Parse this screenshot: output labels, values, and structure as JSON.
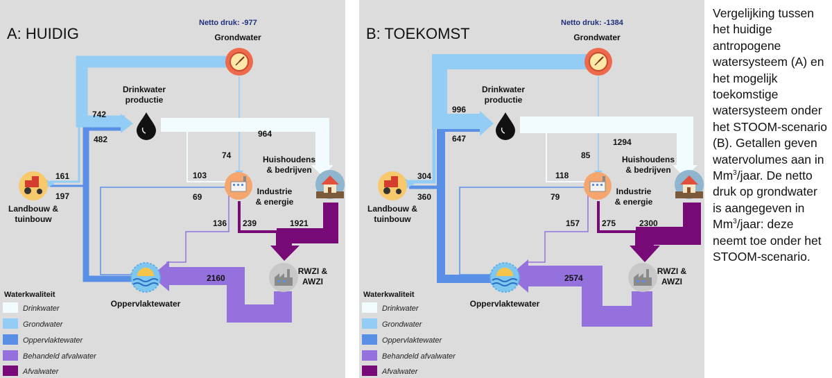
{
  "panels": [
    {
      "id": "a",
      "title": "A: HUIDIG",
      "netto_druk": "Netto druk: -977",
      "flows": {
        "grondwater_to_drinkwater": "742",
        "oppervlakte_to_drinkwater": "482",
        "drinkwater_to_huishoudens": "964",
        "grondwater_to_industrie": "74",
        "drinkwater_to_industrie": "103",
        "oppervlakte_to_industrie": "69",
        "to_landbouw_grondwater": "161",
        "to_landbouw_oppervlakte": "197",
        "industrie_to_oppervlakte": "136",
        "industrie_to_rwzi": "239",
        "huishoudens_to_rwzi": "1921",
        "rwzi_to_oppervlakte": "2160"
      }
    },
    {
      "id": "b",
      "title": "B: TOEKOMST",
      "netto_druk": "Netto druk: -1384",
      "flows": {
        "grondwater_to_drinkwater": "996",
        "oppervlakte_to_drinkwater": "647",
        "drinkwater_to_huishoudens": "1294",
        "grondwater_to_industrie": "85",
        "drinkwater_to_industrie": "118",
        "oppervlakte_to_industrie": "79",
        "to_landbouw_grondwater": "304",
        "to_landbouw_oppervlakte": "360",
        "industrie_to_oppervlakte": "157",
        "industrie_to_rwzi": "275",
        "huishoudens_to_rwzi": "2300",
        "rwzi_to_oppervlakte": "2574"
      }
    }
  ],
  "nodes": {
    "grondwater": "Grondwater",
    "drinkwater_1": "Drinkwater",
    "drinkwater_2": "productie",
    "huishoudens_1": "Huishoudens",
    "huishoudens_2": "& bedrijven",
    "industrie_1": "Industrie",
    "industrie_2": "& energie",
    "landbouw_1": "Landbouw &",
    "landbouw_2": "tuinbouw",
    "oppervlaktewater": "Oppervlaktewater",
    "rwzi_1": "RWZI &",
    "rwzi_2": "AWZI"
  },
  "legend": {
    "title": "Waterkwaliteit",
    "items": [
      {
        "label": "Drinkwater",
        "color": "#f2fbfd"
      },
      {
        "label": "Grondwater",
        "color": "#93ccf5"
      },
      {
        "label": "Oppervlaktewater",
        "color": "#5a8fe6"
      },
      {
        "label": "Behandeld afvalwater",
        "color": "#9471dc"
      },
      {
        "label": "Afvalwater",
        "color": "#780a78"
      }
    ]
  },
  "colors": {
    "background": "#dcdcdc",
    "drinkwater": "#f2fbfd",
    "grondwater": "#93ccf5",
    "oppervlaktewater": "#5a8fe6",
    "behandeld": "#9471dc",
    "afvalwater": "#780a78",
    "netto_druk": "#1f2f7a",
    "node_circle": "#f4a66e"
  },
  "caption": {
    "line1": "Vergelijking tussen het huidige antropogene watersysteem (A) en het mogelijk toekomstige watersysteem onder het STOOM-scenario (B). Getallen geven watervolumes aan in Mm",
    "sup1": "3",
    "line2": "/jaar. De netto druk op grondwater is aangegeven in Mm",
    "sup2": "3",
    "line3": "/jaar: deze neemt toe onder het STOOM-scenario."
  }
}
